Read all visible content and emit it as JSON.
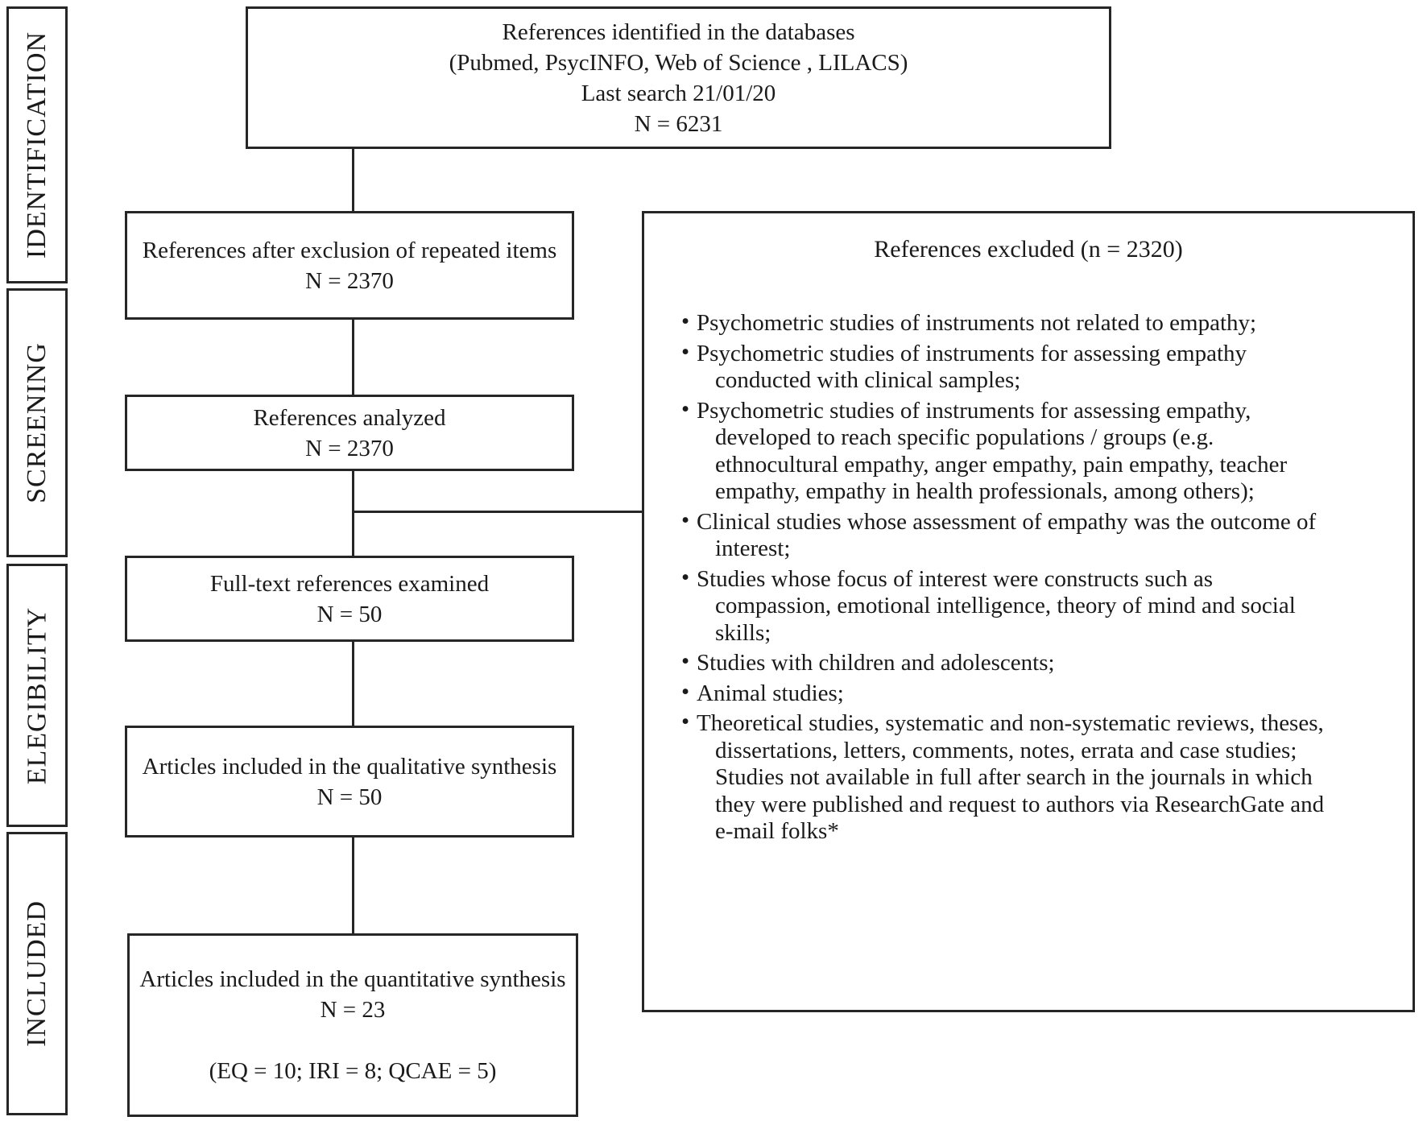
{
  "figure": {
    "type": "prisma_flow_diagram",
    "colors": {
      "line": "#262626",
      "text": "#1a1a1a",
      "background": "#ffffff"
    },
    "stage_labels": [
      "IDENTIFICATION",
      "SCREENING",
      "ELEGIBILITY",
      "INCLUDED"
    ],
    "flow_boxes": [
      {
        "id": "identified",
        "lines": [
          "References identified in the databases",
          "(Pubmed, PsycINFO, Web of Science , LILACS)",
          "Last search 21/01/20",
          "N = 6231"
        ]
      },
      {
        "id": "after_exclusion_of_repeated",
        "lines": [
          "References after exclusion of repeated items",
          "N = 2370"
        ]
      },
      {
        "id": "analyzed",
        "lines": [
          "References analyzed",
          "N = 2370"
        ]
      },
      {
        "id": "fulltext_examined",
        "lines": [
          "Full-text references examined",
          "N = 50"
        ]
      },
      {
        "id": "qualitative_synthesis",
        "lines": [
          "Articles included in the qualitative synthesis",
          "N = 50"
        ]
      },
      {
        "id": "quantitative_synthesis",
        "lines": [
          "Articles included in the quantitative synthesis",
          "N = 23",
          "",
          "(EQ = 10; IRI = 8; QCAE = 5)"
        ]
      }
    ],
    "excluded_box": {
      "title": "References excluded (n = 2320)",
      "bullet_char": "•",
      "bullets": [
        "Psychometric studies of instruments not related to empathy;",
        "Psychometric studies of instruments for assessing empathy conducted with clinical samples;",
        "Psychometric studies of instruments for assessing empathy, developed to reach specific populations / groups (e.g. ethnocultural empathy, anger empathy, pain empathy, teacher empathy, empathy in health professionals, among others);",
        "Clinical studies whose assessment of empathy was the outcome of interest;",
        "Studies whose focus of interest were constructs such as compassion, emotional intelligence, theory of mind and social skills;",
        "Studies with children and adolescents;",
        "Animal studies;",
        "Theoretical studies, systematic and non-systematic reviews, theses, dissertations, letters, comments, notes, errata and case studies; Studies not available in full after search in the journals in which they were published and request to authors via ResearchGate and e-mail folks*"
      ]
    }
  }
}
